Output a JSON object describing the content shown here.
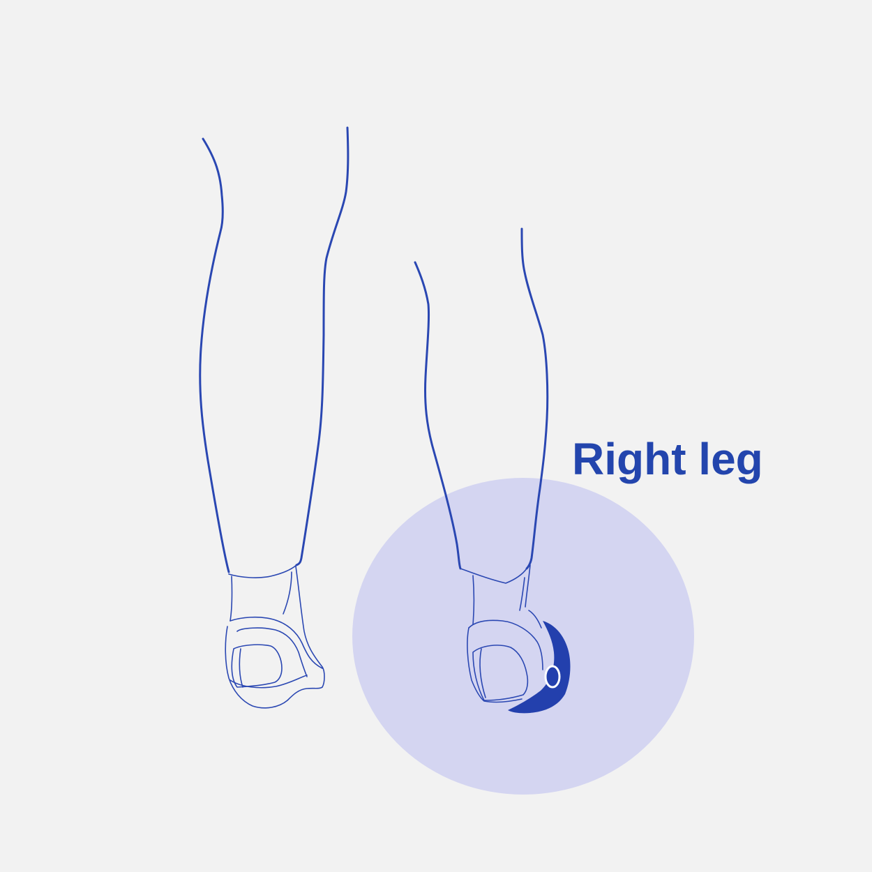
{
  "label": {
    "text": "Right leg"
  },
  "colors": {
    "background": "#f2f2f2",
    "outline": "#2a47b2",
    "highlight_circle": "#d4d5f1",
    "brace": "#2340ad",
    "label_text": "#2345ad"
  },
  "figure": {
    "left_leg": "leg-outline",
    "right_leg": "leg-outline",
    "highlighted_side": "right",
    "device": "ankle-brace-icon"
  }
}
